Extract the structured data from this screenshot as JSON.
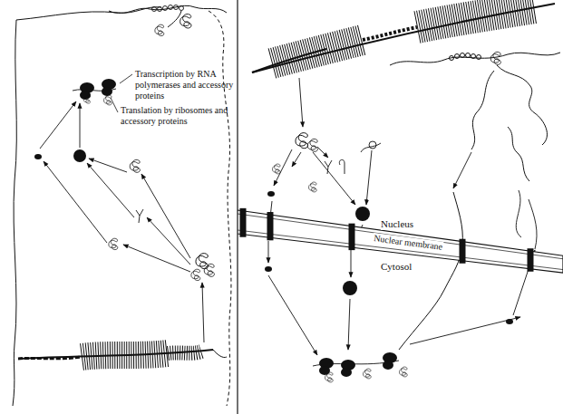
{
  "diagram": {
    "nodes": [
      {
        "text": [
          "Nuclear membrane"
        ]
      }
    ],
    "labels": [
      "Transcription by RNA polymerases and accessory proteins",
      "Translation by ribosomes and accessory proteins",
      "Nucleus",
      "Cytosol"
    ]
  }
}
